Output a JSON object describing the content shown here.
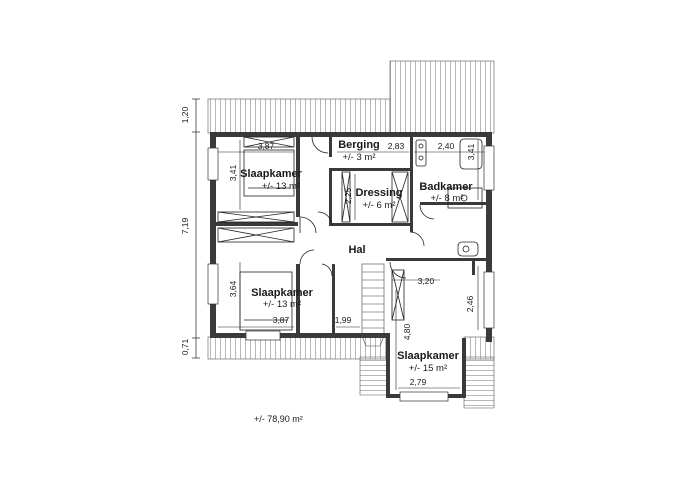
{
  "rooms": {
    "slaapkamer1": {
      "name": "Slaapkamer",
      "area": "+/- 13 m²"
    },
    "berging": {
      "name": "Berging",
      "area": "+/- 3 m²"
    },
    "dressing": {
      "name": "Dressing",
      "area": "+/- 6 m²"
    },
    "badkamer": {
      "name": "Badkamer",
      "area": "+/- 8 m²"
    },
    "hal": {
      "name": "Hal"
    },
    "slaapkamer2": {
      "name": "Slaapkamer",
      "area": "+/- 13 m²"
    },
    "slaapkamer3": {
      "name": "Slaapkamer",
      "area": "+/- 15 m²"
    }
  },
  "dimensions": {
    "d387_top": "3,87",
    "d341_left": "3,41",
    "d283": "2,83",
    "d240": "2,40",
    "d341_right": "3,41",
    "d225": "2,25",
    "d320": "3,20",
    "d246": "2,46",
    "d364": "3,64",
    "d387_bottom": "3,87",
    "d199": "1,99",
    "d480": "4,80",
    "d279": "2,79",
    "outer_120": "1,20",
    "outer_719": "7,19",
    "outer_071": "0,71"
  },
  "total_area": "+/- 78,90 m²"
}
